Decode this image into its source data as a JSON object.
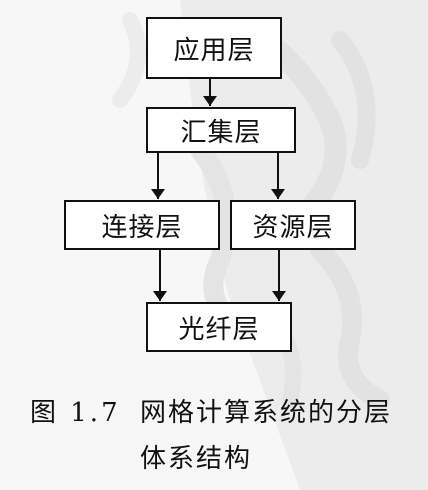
{
  "diagram": {
    "nodes": {
      "application": "应用层",
      "collective": "汇集层",
      "connectivity": "连接层",
      "resource": "资源层",
      "fabric": "光纤层"
    },
    "edges": [
      {
        "from": "application",
        "to": "collective"
      },
      {
        "from": "collective",
        "to": "connectivity"
      },
      {
        "from": "collective",
        "to": "resource"
      },
      {
        "from": "connectivity",
        "to": "fabric"
      },
      {
        "from": "resource",
        "to": "fabric"
      }
    ]
  },
  "caption": {
    "figure_number": "图 1.7",
    "line1": "网格计算系统的分层",
    "line2": "体系结构"
  },
  "colors": {
    "ink": "#111111",
    "box_fill": "#ffffff",
    "background": "#f7f7f7",
    "watermark": "#e6e6e6"
  }
}
